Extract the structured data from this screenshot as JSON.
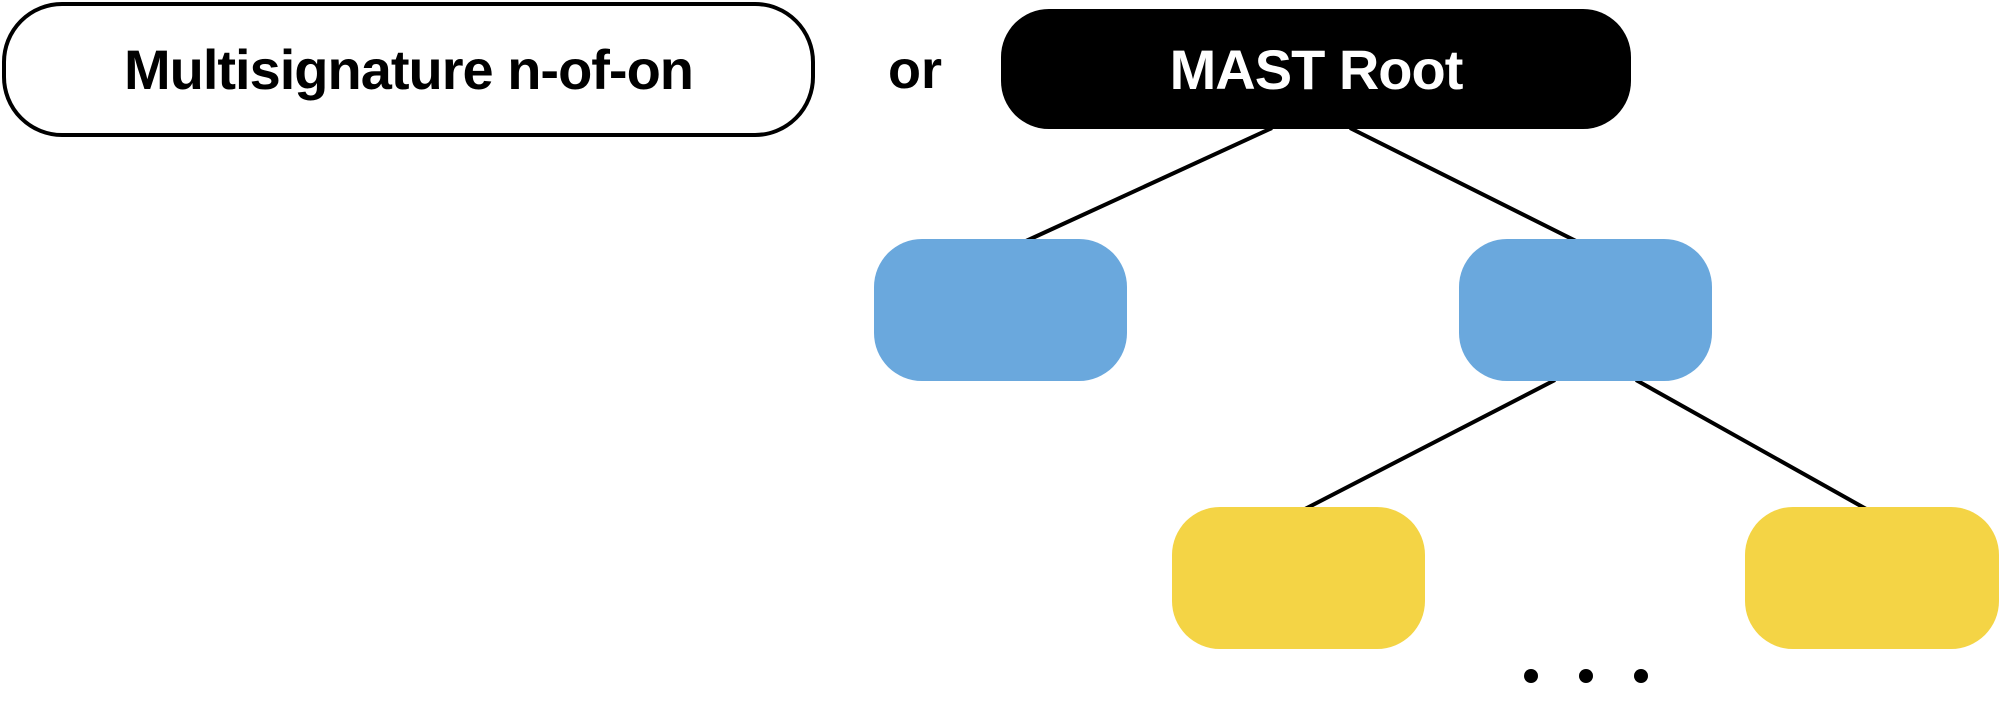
{
  "left_box": {
    "label": "Multisignature n-of-on"
  },
  "connector": {
    "label": "or"
  },
  "tree": {
    "root_label": "MAST Root",
    "node_colors": {
      "inner": "#6aa8dd",
      "leaf": "#f4d445",
      "root": "#000000"
    },
    "continuation_icon": "ellipsis-icon"
  }
}
